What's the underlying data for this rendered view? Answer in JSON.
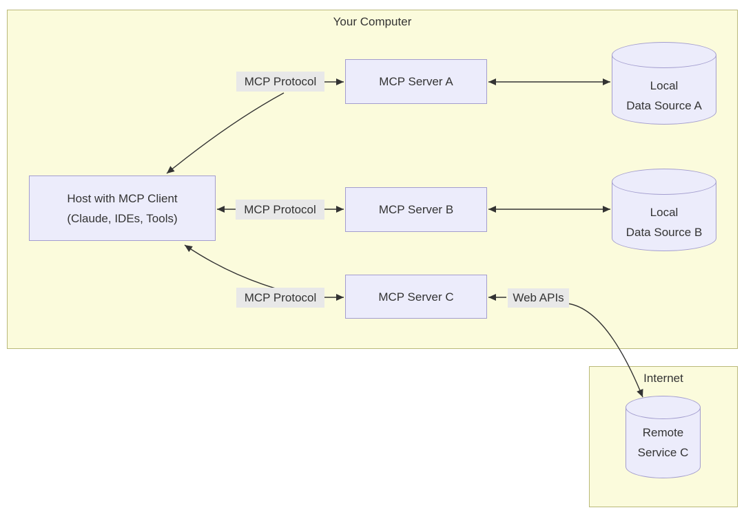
{
  "colors": {
    "cluster_fill": "#fbfbdc",
    "cluster_border": "#b9b878",
    "node_fill": "#ececfb",
    "node_border": "#a29cce",
    "label_bg": "#e8e8e8",
    "text": "#333333",
    "line": "#333333"
  },
  "clusters": {
    "computer": {
      "title": "Your Computer"
    },
    "internet": {
      "title": "Internet"
    }
  },
  "nodes": {
    "host": {
      "line1": "Host with MCP Client",
      "line2": "(Claude, IDEs, Tools)"
    },
    "server_a": {
      "label": "MCP Server A"
    },
    "server_b": {
      "label": "MCP Server B"
    },
    "server_c": {
      "label": "MCP Server C"
    },
    "datasource_a": {
      "line1": "Local",
      "line2": "Data Source A"
    },
    "datasource_b": {
      "line1": "Local",
      "line2": "Data Source B"
    },
    "remote_c": {
      "line1": "Remote",
      "line2": "Service C"
    }
  },
  "edge_labels": {
    "protocol_a": "MCP Protocol",
    "protocol_b": "MCP Protocol",
    "protocol_c": "MCP Protocol",
    "web_apis": "Web APIs"
  }
}
